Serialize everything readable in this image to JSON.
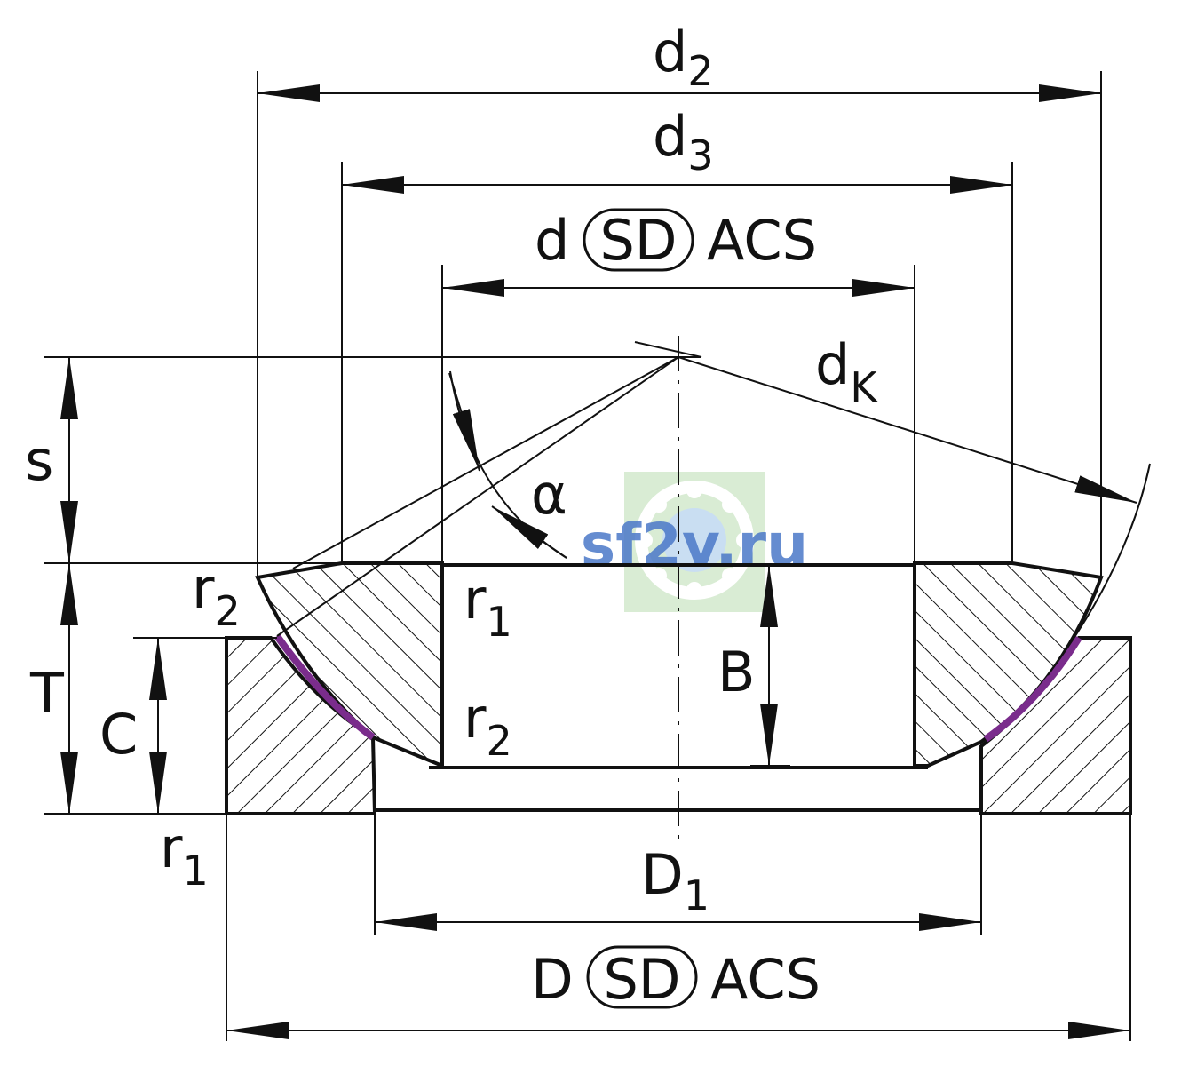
{
  "labels": {
    "d2": {
      "main": "d",
      "sub": "2"
    },
    "d3": {
      "main": "d",
      "sub": "3"
    },
    "d_inner": {
      "prefix": "d",
      "badge": "SD",
      "suffix": "ACS"
    },
    "dk": {
      "main": "d",
      "sub": "K"
    },
    "s": "s",
    "alpha": "α",
    "r2_top": {
      "main": "r",
      "sub": "2"
    },
    "r1_top": {
      "main": "r",
      "sub": "1"
    },
    "T": "T",
    "C": "C",
    "B": "B",
    "r2_bottom": {
      "main": "r",
      "sub": "2"
    },
    "r1_bottom": {
      "main": "r",
      "sub": "1"
    },
    "D1": {
      "main": "D",
      "sub": "1"
    },
    "D_outer": {
      "prefix": "D",
      "badge": "SD",
      "suffix": "ACS"
    }
  },
  "watermark": {
    "text": "sf2v.ru"
  },
  "colors": {
    "line": "#111111",
    "sliding_layer": "#7a2c8c",
    "watermark_text": "#4a78c8",
    "watermark_bg": "#d9ecd4"
  }
}
